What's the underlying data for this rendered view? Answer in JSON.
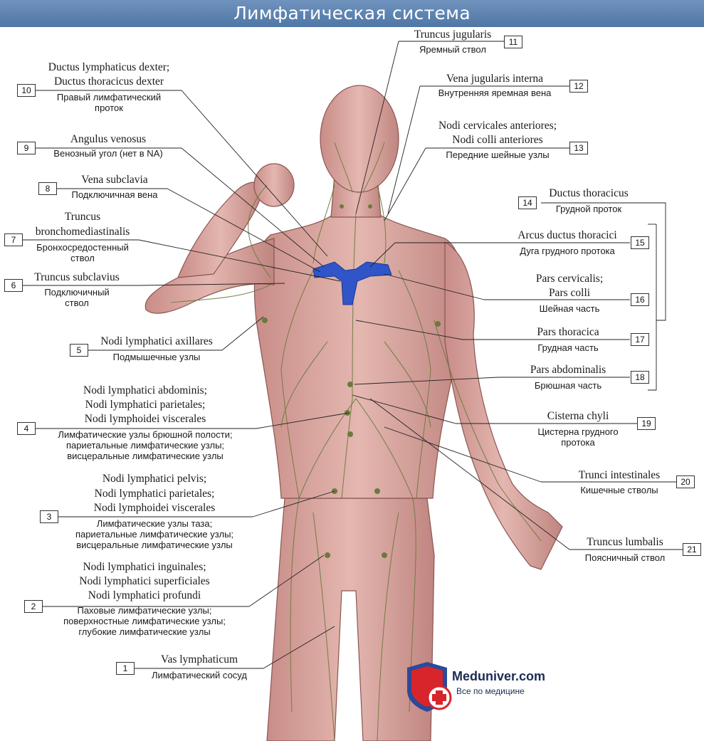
{
  "header": {
    "title": "Лимфатическая система"
  },
  "labels": [
    {
      "num": "1",
      "latin": [
        "Vas lymphaticum"
      ],
      "russian": [
        "Лимфатический сосуд"
      ]
    },
    {
      "num": "2",
      "latin": [
        "Nodi lymphatici inguinales;",
        "Nodi lymphatici superficiales",
        "Nodi lymphatici profundi"
      ],
      "russian": [
        "Паховые лимфатические узлы;",
        "поверхностные лимфатические узлы;",
        "глубокие лимфатические узлы"
      ]
    },
    {
      "num": "3",
      "latin": [
        "Nodi lymphatici pelvis;",
        "Nodi lymphatici parietales;",
        "Nodi lymphoidei viscerales"
      ],
      "russian": [
        "Лимфатические узлы таза;",
        "париетальные лимфатические узлы;",
        "висцеральные лимфатические узлы"
      ]
    },
    {
      "num": "4",
      "latin": [
        "Nodi lymphatici abdominis;",
        "Nodi lymphatici parietales;",
        "Nodi lymphoidei viscerales"
      ],
      "russian": [
        "Лимфатические узлы брюшной полости;",
        "париетальные лимфатические узлы;",
        "висцеральные лимфатические узлы"
      ]
    },
    {
      "num": "5",
      "latin": [
        "Nodi lymphatici axillares"
      ],
      "russian": [
        "Подмышечные узлы"
      ]
    },
    {
      "num": "6",
      "latin": [
        "Truncus subclavius"
      ],
      "russian": [
        "Подключичный",
        "ствол"
      ]
    },
    {
      "num": "7",
      "latin": [
        "Truncus",
        "bronchomediastinalis"
      ],
      "russian": [
        "Бронхосредостенный",
        "ствол"
      ]
    },
    {
      "num": "8",
      "latin": [
        "Vena subclavia"
      ],
      "russian": [
        "Подключичная вена"
      ]
    },
    {
      "num": "9",
      "latin": [
        "Angulus venosus"
      ],
      "russian": [
        "Венозный угол (нет в NA)"
      ]
    },
    {
      "num": "10",
      "latin": [
        "Ductus lymphaticus dexter;",
        "Ductus thoracicus dexter"
      ],
      "russian": [
        "Правый лимфатический",
        "проток"
      ]
    },
    {
      "num": "11",
      "latin": [
        "Truncus jugularis"
      ],
      "russian": [
        "Яремный ствол"
      ]
    },
    {
      "num": "12",
      "latin": [
        "Vena jugularis interna"
      ],
      "russian": [
        "Внутренняя яремная вена"
      ]
    },
    {
      "num": "13",
      "latin": [
        "Nodi cervicales anteriores;",
        "Nodi colli anteriores"
      ],
      "russian": [
        "Передние шейные узлы"
      ]
    },
    {
      "num": "14",
      "latin": [
        "Ductus thoracicus"
      ],
      "russian": [
        "Грудной проток"
      ]
    },
    {
      "num": "15",
      "latin": [
        "Arcus ductus thoracici"
      ],
      "russian": [
        "Дуга грудного протока"
      ]
    },
    {
      "num": "16",
      "latin": [
        "Pars cervicalis;",
        "Pars colli"
      ],
      "russian": [
        "Шейная часть"
      ]
    },
    {
      "num": "17",
      "latin": [
        "Pars thoracica"
      ],
      "russian": [
        "Грудная часть"
      ]
    },
    {
      "num": "18",
      "latin": [
        "Pars abdominalis"
      ],
      "russian": [
        "Брюшная часть"
      ]
    },
    {
      "num": "19",
      "latin": [
        "Cisterna chyli"
      ],
      "russian": [
        "Цистерна грудного",
        "протока"
      ]
    },
    {
      "num": "20",
      "latin": [
        "Trunci intestinales"
      ],
      "russian": [
        "Кишечные стволы"
      ]
    },
    {
      "num": "21",
      "latin": [
        "Truncus lumbalis"
      ],
      "russian": [
        "Поясничный ствол"
      ]
    }
  ],
  "logo": {
    "brand": "Meduniver.com",
    "tagline": "Все по медицине"
  },
  "colors": {
    "header": "#5b80ae",
    "skin": "#d9a6a0",
    "lymph": "#6b7a3c",
    "vein": "#2f55c8",
    "logo_red": "#d8252c"
  }
}
